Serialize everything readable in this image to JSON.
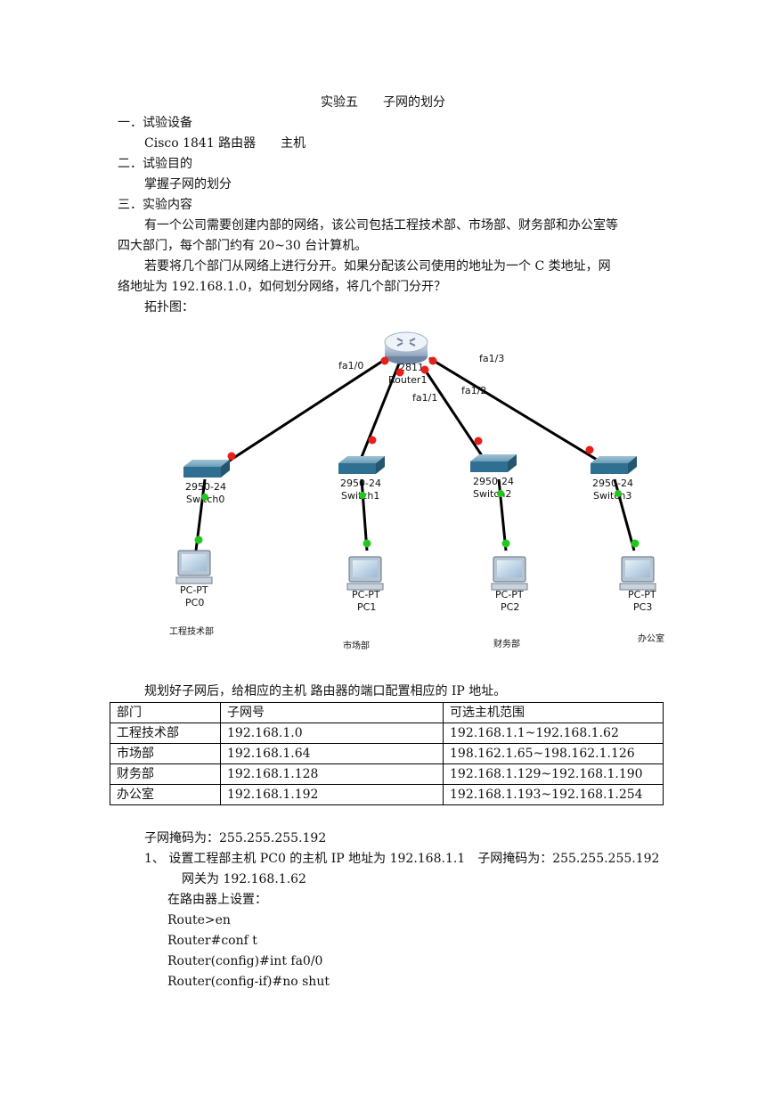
{
  "doc": {
    "title": "实验五　　子网的划分",
    "s1_heading": "一．试验设备",
    "s1_body": "Cisco 1841 路由器　　主机",
    "s2_heading": "二．试验目的",
    "s2_body": "掌握子网的划分",
    "s3_heading": "三．实验内容",
    "p1_line1": "有一个公司需要创建内部的网络，该公司包括工程技术部、市场部、财务部和办公室等",
    "p1_line2": "四大部门，每个部门约有 20~30 台计算机。",
    "p2_line1": "若要将几个部门从网络上进行分开。如果分配该公司使用的地址为一个 C 类地址，网",
    "p2_line2": "络地址为 192.168.1.0，如何划分网络，将几个部门分开？",
    "topo_caption": "拓扑图：",
    "table_intro": "规划好子网后，给相应的主机  路由器的端口配置相应的 IP 地址。",
    "mask_line": "子网掩码为：255.255.255.192",
    "step1_line1": "1、 设置工程部主机 PC0  的主机 IP 地址为 192.168.1.1　子网掩码为：255.255.255.192",
    "step1_line2": "网关为 192.168.1.62",
    "router_intro": "在路由器上设置：",
    "cmds": [
      "Route>en",
      "Router#conf t",
      "Router(config)#int fa0/0",
      "Router(config-if)#no shut"
    ]
  },
  "topology": {
    "router": {
      "model": "2811",
      "name": "Router1"
    },
    "ports": [
      "fa1/0",
      "fa1/1",
      "fa1/2",
      "fa1/3"
    ],
    "switches": [
      {
        "model": "2950-24",
        "name": "Switch0"
      },
      {
        "model": "2950-24",
        "name": "Switch1"
      },
      {
        "model": "2950-24",
        "name": "Switch2"
      },
      {
        "model": "2950-24",
        "name": "Switch3"
      }
    ],
    "pcs": [
      {
        "model": "PC-PT",
        "name": "PC0"
      },
      {
        "model": "PC-PT",
        "name": "PC1"
      },
      {
        "model": "PC-PT",
        "name": "PC2"
      },
      {
        "model": "PC-PT",
        "name": "PC3"
      }
    ],
    "departments": [
      "工程技术部",
      "市场部",
      "财务部",
      "办公室"
    ],
    "colors": {
      "link_down": "#e8201a",
      "link_up": "#22c81e",
      "cable": "#000000"
    }
  },
  "table": {
    "headers": [
      "部门",
      "子网号",
      "可选主机范围"
    ],
    "rows": [
      [
        "工程技术部",
        "192.168.1.0",
        "192.168.1.1~192.168.1.62"
      ],
      [
        "市场部",
        "192.168.1.64",
        "198.162.1.65~198.162.1.126"
      ],
      [
        "财务部",
        "192.168.1.128",
        "192.168.1.129~192.168.1.190"
      ],
      [
        "办公室",
        "192.168.1.192",
        "192.168.1.193~192.168.1.254"
      ]
    ]
  }
}
